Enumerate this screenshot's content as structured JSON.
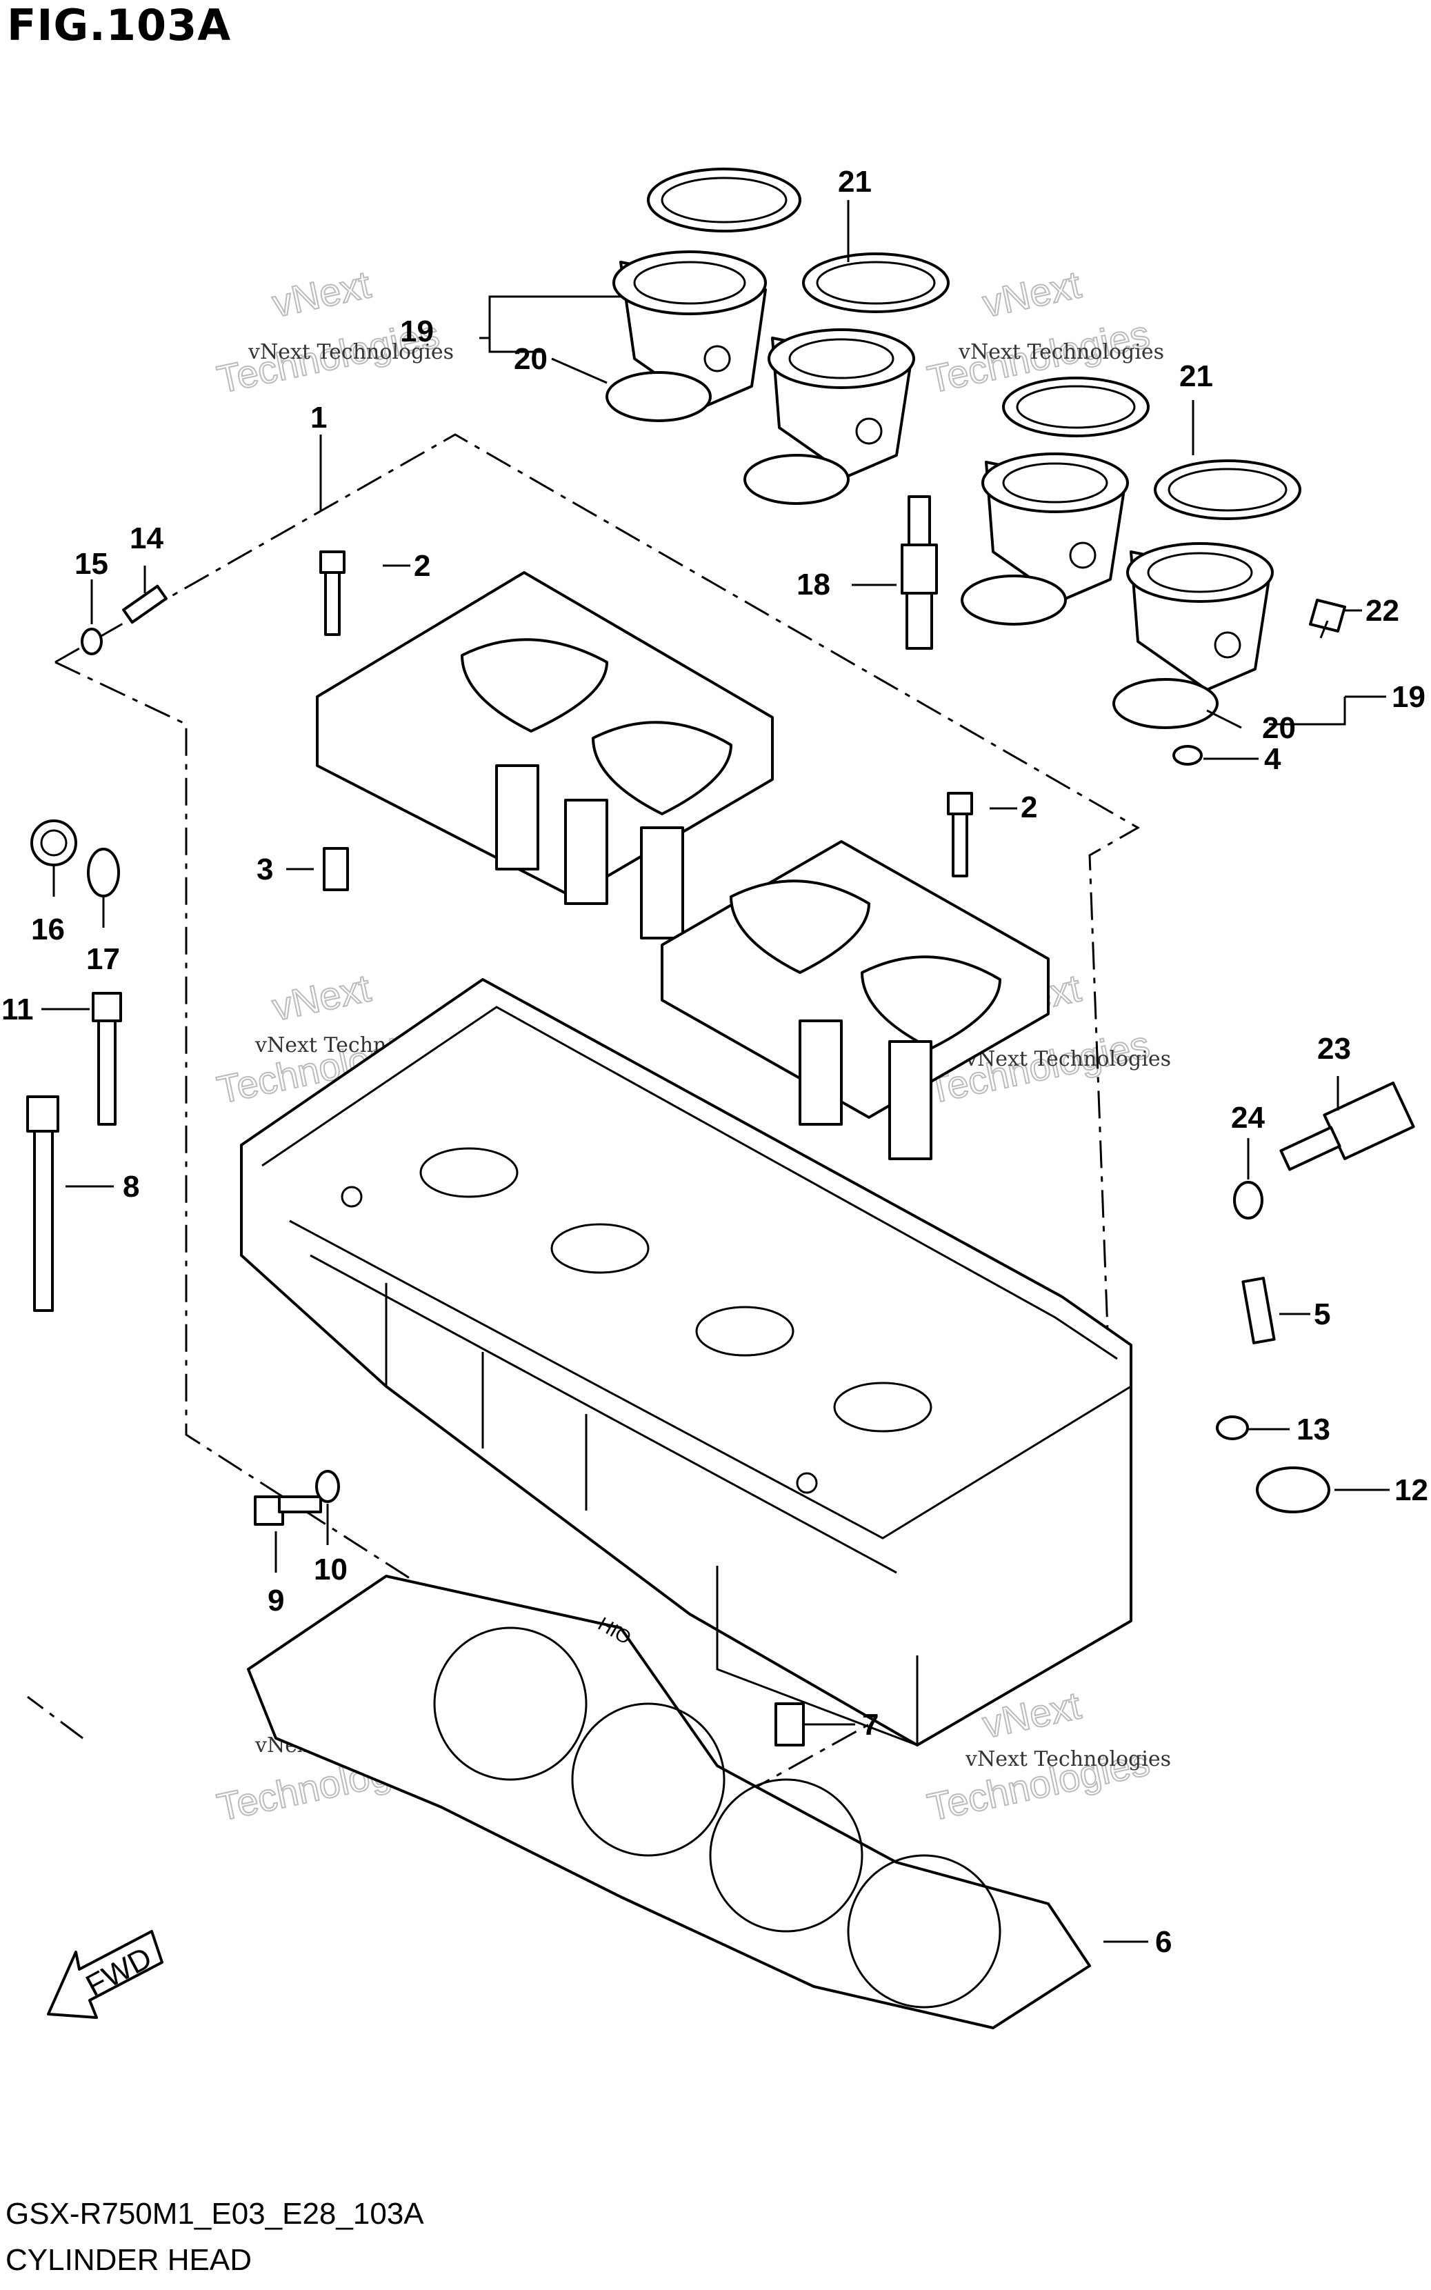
{
  "title": "FIG.103A",
  "footer": {
    "model": "GSX-R750M1_E03_E28_103A",
    "name": "CYLINDER HEAD"
  },
  "watermark": {
    "line1": "vNext Technologies",
    "line2": "vNext",
    "line3": "Technologies"
  },
  "fwd_label": "FWD",
  "parts": {
    "p1": "1",
    "p2a": "2",
    "p2b": "2",
    "p3": "3",
    "p4": "4",
    "p5": "5",
    "p6": "6",
    "p7": "7",
    "p8": "8",
    "p9": "9",
    "p10": "10",
    "p11": "11",
    "p12": "12",
    "p13": "13",
    "p14": "14",
    "p15": "15",
    "p16": "16",
    "p17": "17",
    "p18": "18",
    "p19a": "19",
    "p19b": "19",
    "p20a": "20",
    "p20b": "20",
    "p21a": "21",
    "p21b": "21",
    "p22": "22",
    "p23": "23",
    "p24": "24"
  },
  "gasket_marking": "HIO",
  "colors": {
    "ink": "#000000",
    "paper": "#ffffff",
    "watermark": "#bbbbbb"
  }
}
